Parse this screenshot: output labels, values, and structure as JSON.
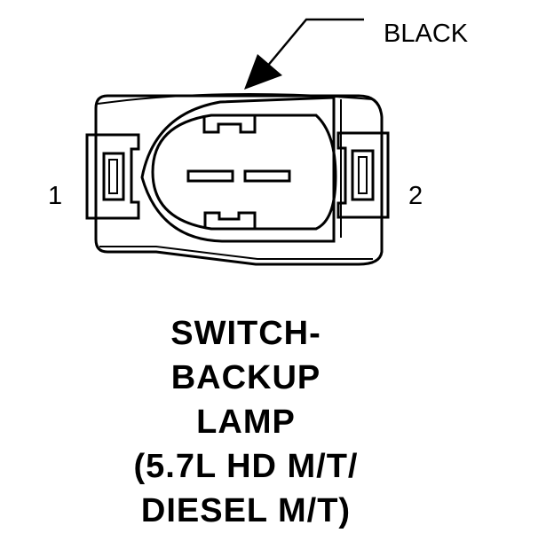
{
  "labels": {
    "wire_color": "BLACK",
    "pin_left": "1",
    "pin_right": "2"
  },
  "title": {
    "line1": "SWITCH-",
    "line2": "BACKUP",
    "line3": "LAMP",
    "line4": "(5.7L HD M/T/",
    "line5": "DIESEL M/T)"
  },
  "colors": {
    "ink": "#000000",
    "paper": "#ffffff"
  }
}
